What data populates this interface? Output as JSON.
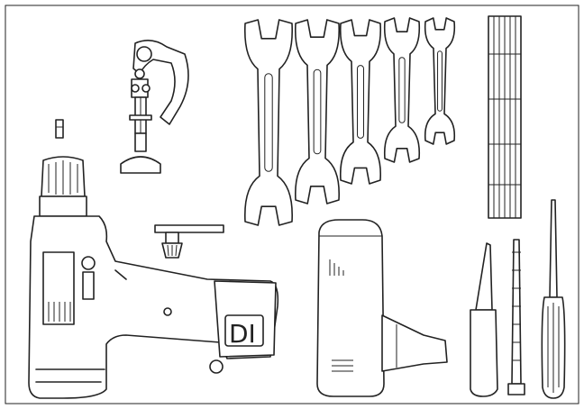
{
  "figure": {
    "frame_label": "",
    "tools": [
      {
        "id": "drill-bit",
        "icon": "drill-bit-icon"
      },
      {
        "id": "pipe-cutter",
        "icon": "pipe-cutter-icon"
      },
      {
        "id": "wrench-set",
        "icon": "wrench-icon",
        "count": 5
      },
      {
        "id": "folding-ruler",
        "icon": "folding-ruler-icon"
      },
      {
        "id": "cordless-drill",
        "icon": "drill-icon"
      },
      {
        "id": "chuck-key",
        "icon": "chuck-key-icon"
      },
      {
        "id": "hot-glue-gun",
        "icon": "glue-gun-icon"
      },
      {
        "id": "knife",
        "icon": "knife-icon"
      },
      {
        "id": "cable-tie",
        "icon": "cable-tie-icon"
      },
      {
        "id": "screwdriver",
        "icon": "screwdriver-icon"
      }
    ],
    "drill_badge_text": "DI"
  }
}
